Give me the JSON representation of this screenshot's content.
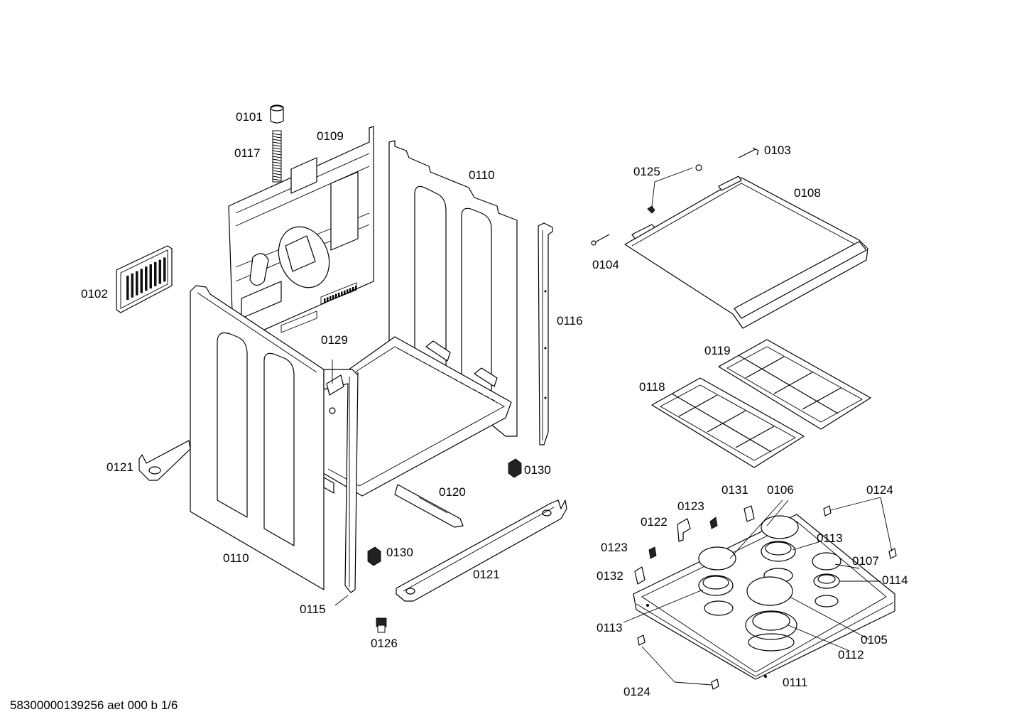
{
  "footer": {
    "code": "58300000139256 aet 000 b 1/6"
  },
  "labels": {
    "l0101": "0101",
    "l0117": "0117",
    "l0109": "0109",
    "l0110a": "0110",
    "l0110b": "0110",
    "l0102": "0102",
    "l0116": "0116",
    "l0129": "0129",
    "l0121a": "0121",
    "l0121b": "0121",
    "l0130a": "0130",
    "l0130b": "0130",
    "l0120": "0120",
    "l0115": "0115",
    "l0126": "0126",
    "l0103": "0103",
    "l0125": "0125",
    "l0108": "0108",
    "l0104": "0104",
    "l0119": "0119",
    "l0118": "0118",
    "l0131": "0131",
    "l0106": "0106",
    "l0124a": "0124",
    "l0124b": "0124",
    "l0123a": "0123",
    "l0123b": "0123",
    "l0122": "0122",
    "l0113a": "0113",
    "l0113b": "0113",
    "l0107": "0107",
    "l0114": "0114",
    "l0132": "0132",
    "l0105": "0105",
    "l0112": "0112",
    "l0111": "0111"
  }
}
